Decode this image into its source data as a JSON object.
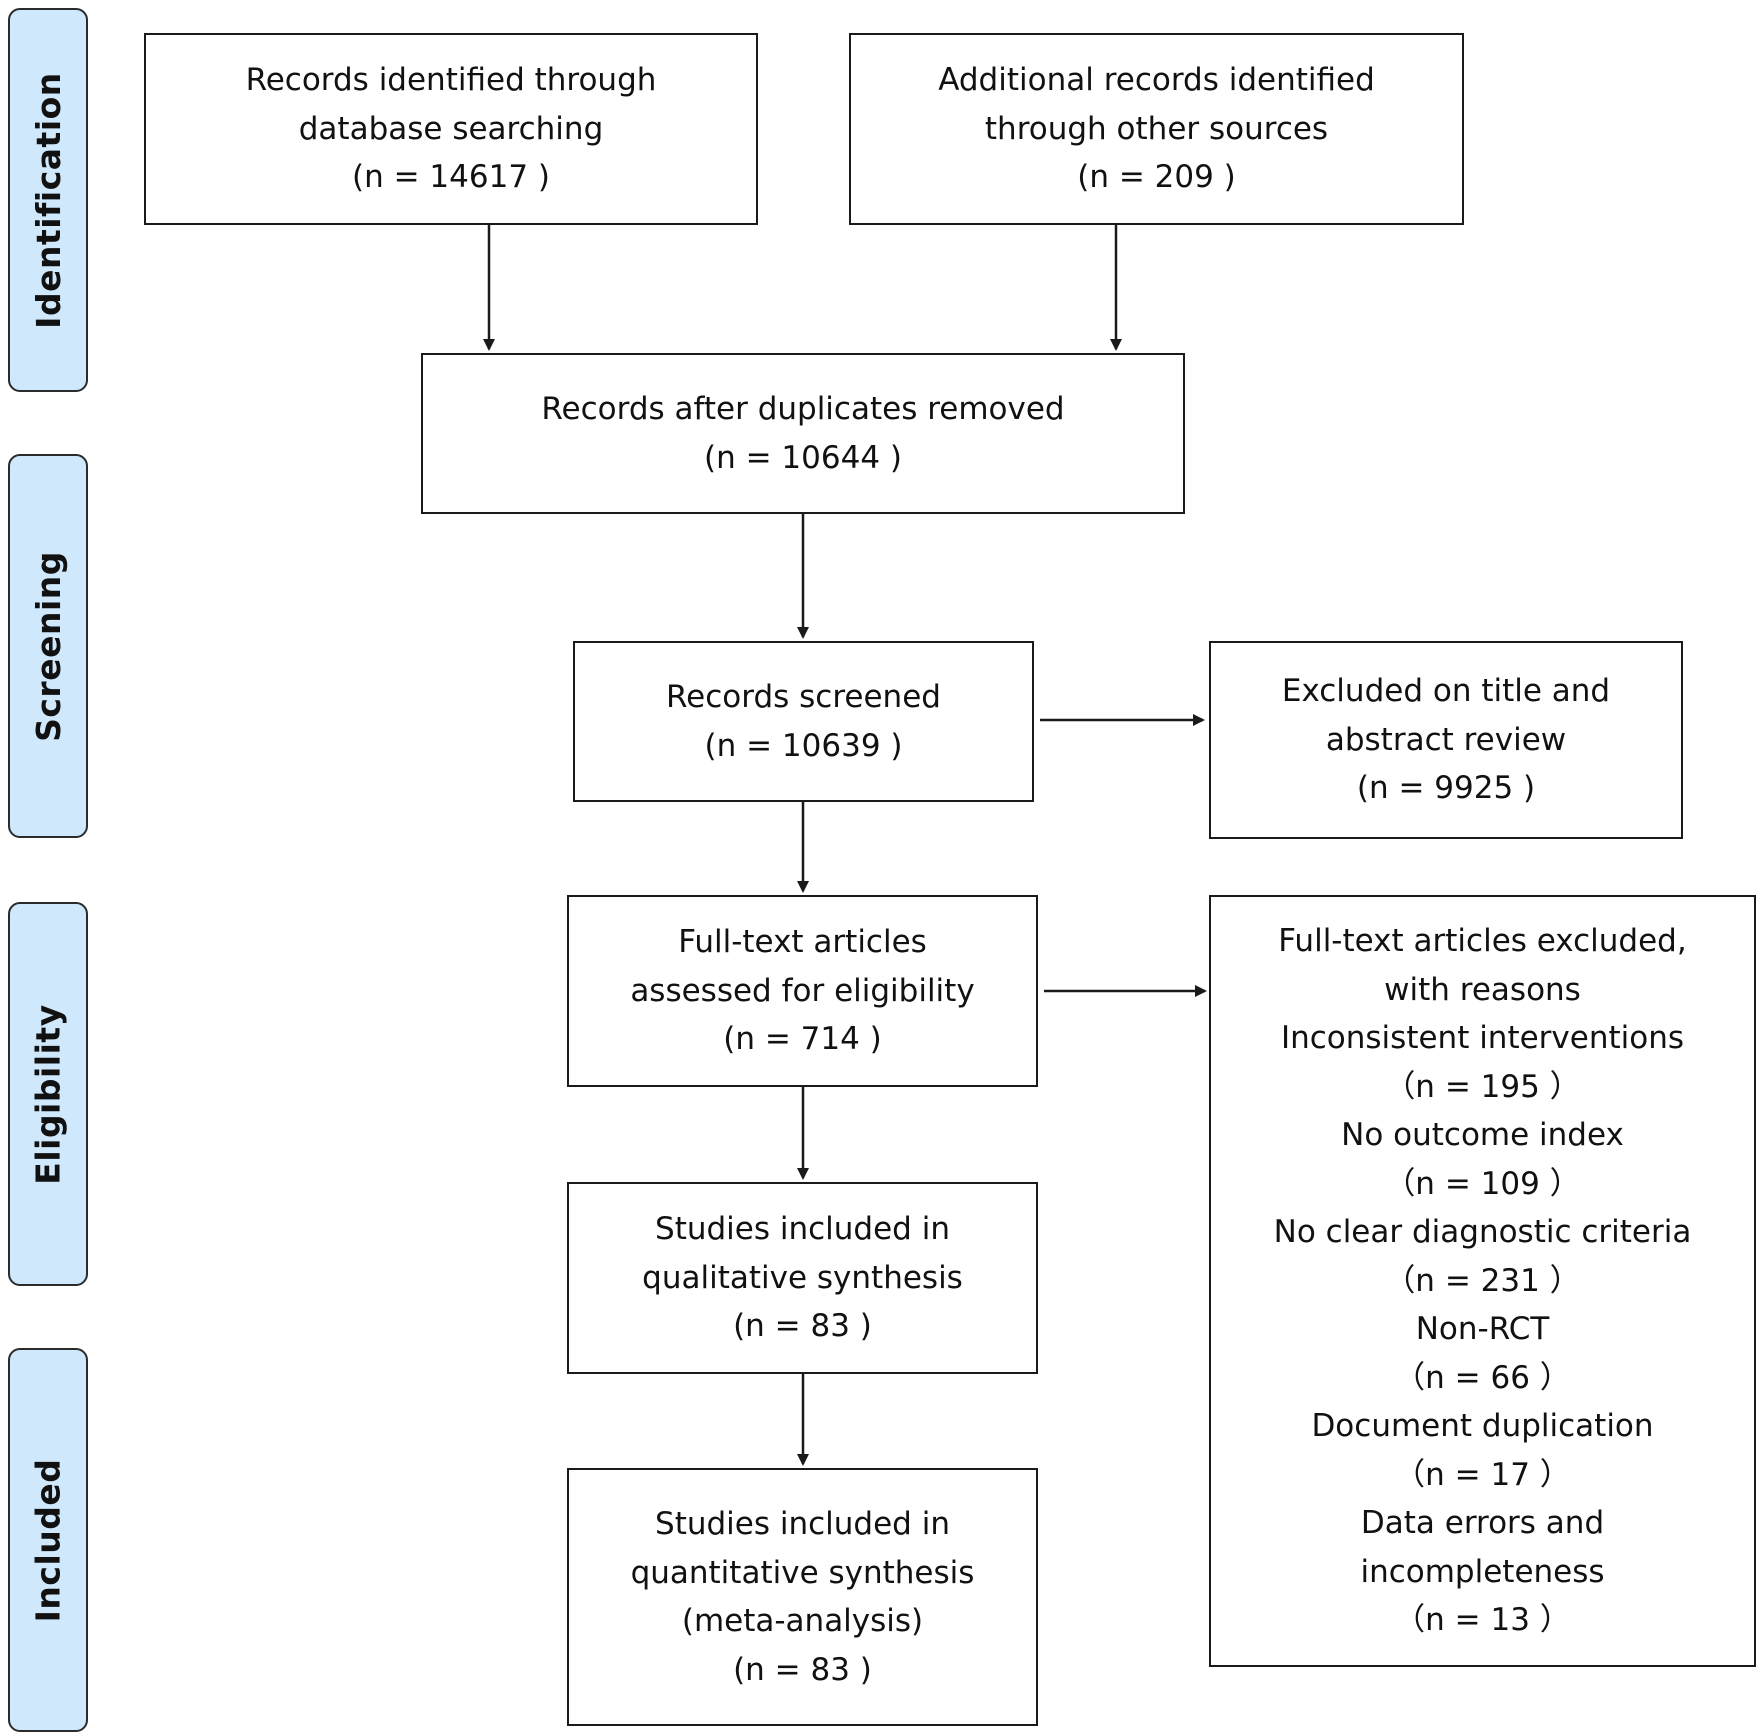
{
  "stages": {
    "identification": "Identification",
    "screening": "Screening",
    "eligibility": "Eligibility",
    "included": "Included"
  },
  "boxes": {
    "database_records": {
      "line1": "Records identified through",
      "line2": "database searching",
      "count": "(n = 14617 )"
    },
    "other_records": {
      "line1": "Additional records identified",
      "line2": "through other sources",
      "count": "(n = 209 )"
    },
    "after_duplicates": {
      "line1": "Records after duplicates removed",
      "count": "(n = 10644 )"
    },
    "screened": {
      "line1": "Records screened",
      "count": "(n = 10639 )"
    },
    "excluded_title": {
      "line1": "Excluded on title and",
      "line2": "abstract review",
      "count": "(n = 9925 )"
    },
    "fulltext_assessed": {
      "line1": "Full-text articles",
      "line2": "assessed for eligibility",
      "count": "(n = 714 )"
    },
    "fulltext_excluded": {
      "line1": "Full-text articles excluded,",
      "line2": "with reasons",
      "reasons": [
        {
          "label": "Inconsistent interventions",
          "count": "（n = 195 ）"
        },
        {
          "label": "No outcome index",
          "count": "（n = 109 ）"
        },
        {
          "label": "No clear diagnostic criteria",
          "count": "（n = 231 ）"
        },
        {
          "label": "Non-RCT",
          "count": "（n = 66 ）"
        },
        {
          "label": "Document duplication",
          "count": "（n = 17 ）"
        },
        {
          "label": "Data errors and",
          "label2": "incompleteness",
          "count": "（n = 13 ）"
        }
      ]
    },
    "qualitative": {
      "line1": "Studies included in",
      "line2": "qualitative synthesis",
      "count": "(n = 83 )"
    },
    "quantitative": {
      "line1": "Studies included in",
      "line2": "quantitative synthesis",
      "line3": "(meta-analysis)",
      "count": "(n = 83 )"
    }
  }
}
